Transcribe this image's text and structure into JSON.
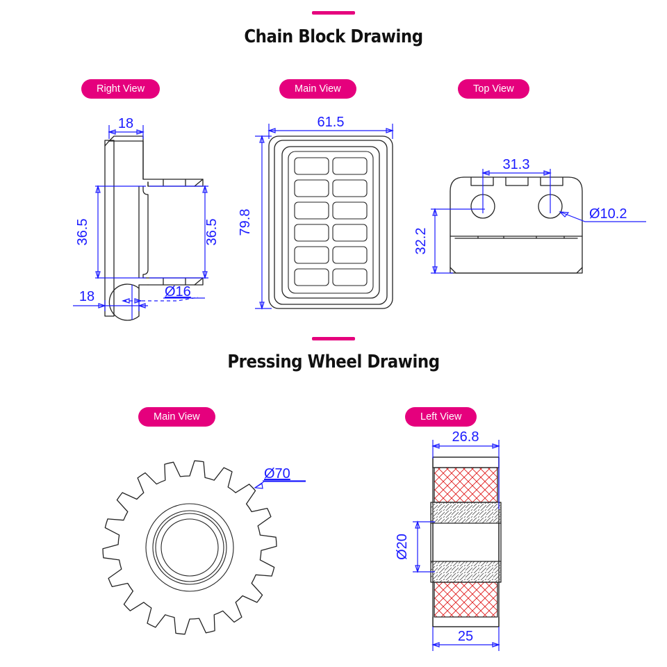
{
  "page": {
    "background": "#ffffff",
    "accent_color": "#e5007d",
    "dimension_color": "#1a1aff",
    "outline_color": "#222222",
    "hatch_red": "#e01b1b",
    "hatch_gray": "#5a5a5a"
  },
  "sections": [
    {
      "id": "chain-block",
      "title": "Chain Block Drawing",
      "views": [
        {
          "id": "right-view",
          "label": "Right View"
        },
        {
          "id": "main-view",
          "label": "Main View"
        },
        {
          "id": "top-view",
          "label": "Top View"
        }
      ]
    },
    {
      "id": "pressing-wheel",
      "title": "Pressing Wheel Drawing",
      "views": [
        {
          "id": "wheel-main-view",
          "label": "Main View"
        },
        {
          "id": "wheel-left-view",
          "label": "Left View"
        }
      ]
    }
  ],
  "dimensions": {
    "right_view": {
      "width_top": "18",
      "height_left": "36.5",
      "height_right": "36.5",
      "width_bottom": "18",
      "hole_dia": "Ø16"
    },
    "main_view": {
      "width": "61.5",
      "height": "79.8",
      "cell_rows": 6,
      "cell_cols": 2
    },
    "top_view": {
      "hole_spacing": "31.3",
      "height": "32.2",
      "hole_dia": "Ø10.2",
      "notch_count": 3
    },
    "wheel_main_view": {
      "outer_dia": "Ø70",
      "tooth_count": 18,
      "hub_ring_count": 4
    },
    "wheel_left_view": {
      "top_width": "26.8",
      "bore_dia": "Ø20",
      "bottom_width": "25"
    }
  }
}
